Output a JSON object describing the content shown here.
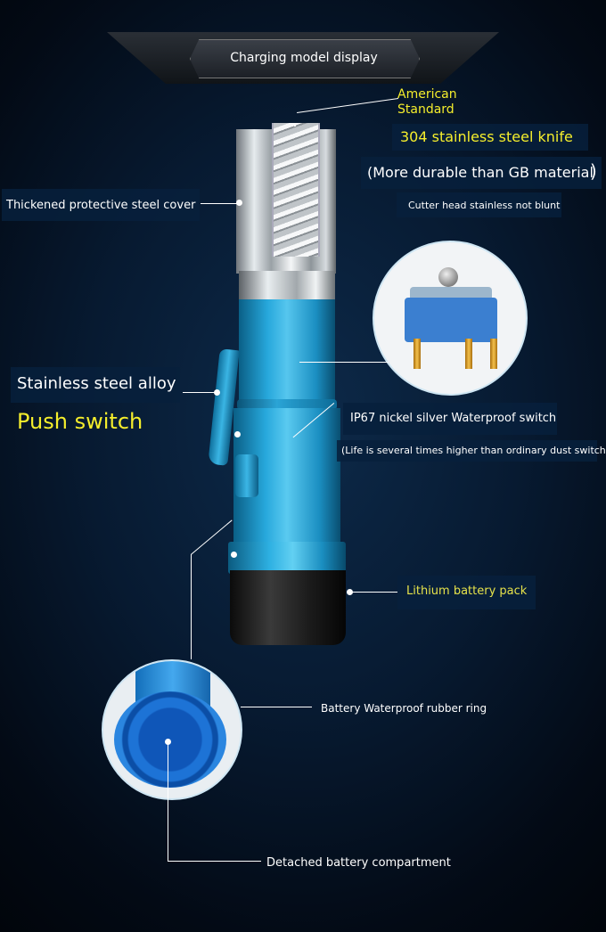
{
  "header": {
    "title": "Charging model display"
  },
  "labels": {
    "american_standard": "American\nStandard",
    "knife": "304 stainless steel knife",
    "durable": "(More durable than GB material",
    "durable_paren": ")",
    "cutter": "Cutter head stainless not blunt",
    "cover": "Thickened protective steel cover",
    "alloy": "Stainless steel alloy",
    "push_switch": "Push switch",
    "ip67": "IP67 nickel silver Waterproof switch",
    "life": "(Life is several times higher than ordinary dust switch)",
    "lithium": "Lithium battery pack",
    "ring": "Battery Waterproof rubber ring",
    "compartment": "Detached battery compartment"
  },
  "colors": {
    "accent_yellow": "#f5ee2c",
    "body_blue": "#27a8dc",
    "background": "#071a31"
  }
}
